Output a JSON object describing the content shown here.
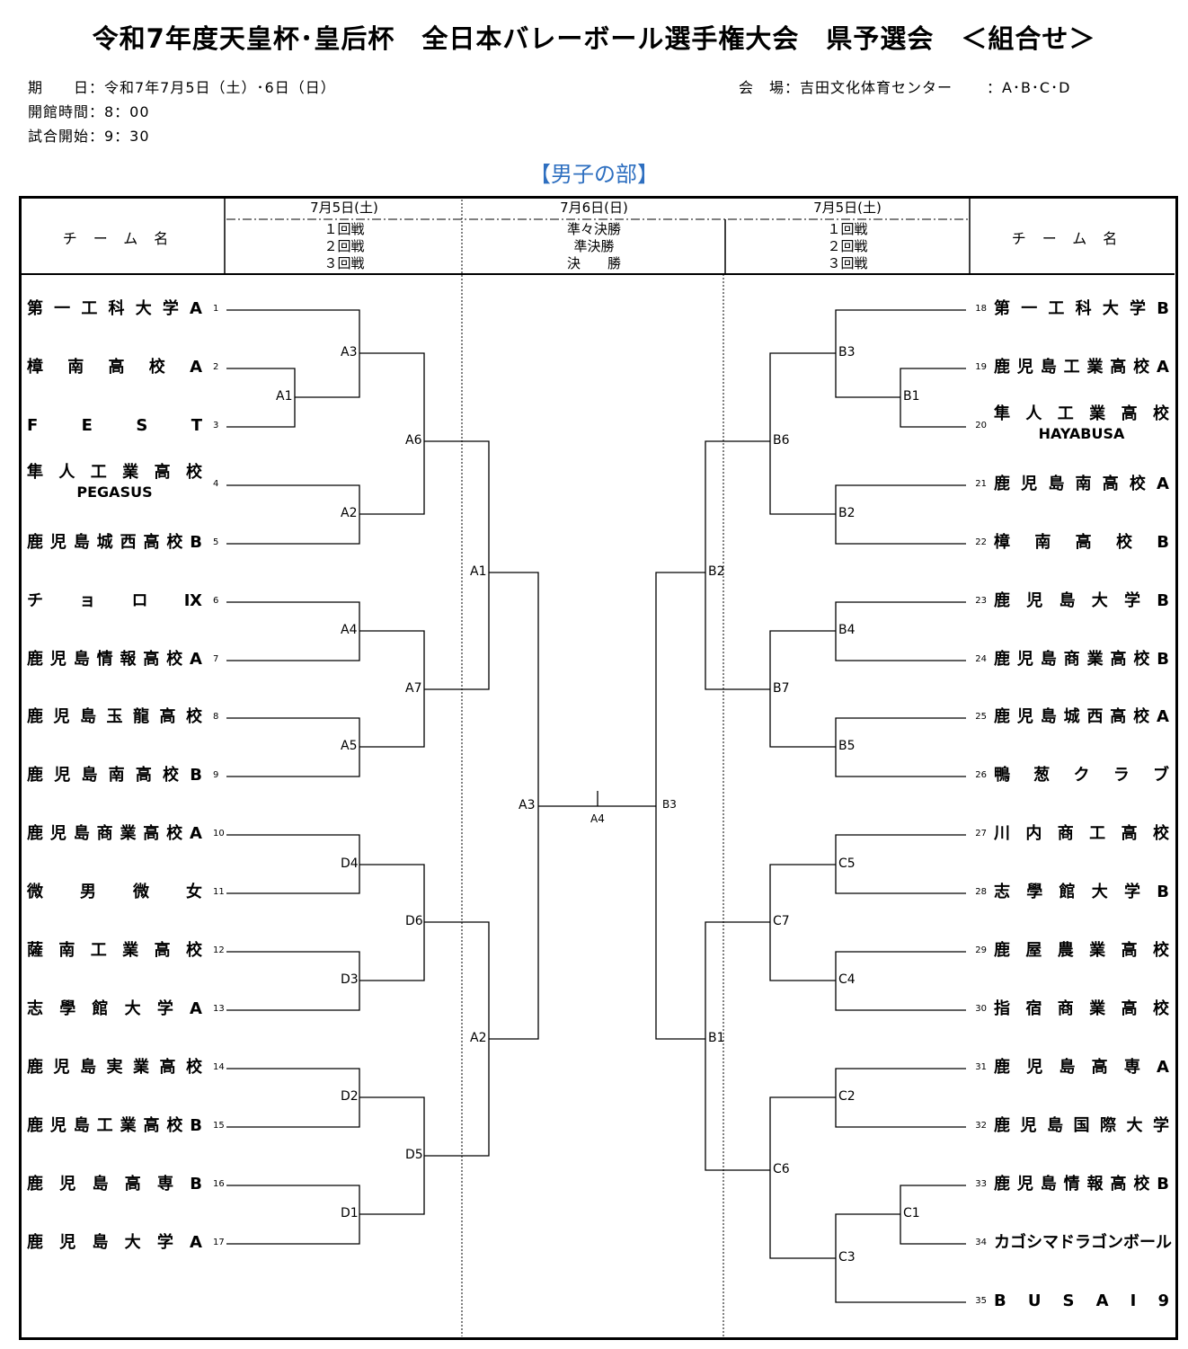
{
  "title": "令和7年度天皇杯･皇后杯　全日本バレーボール選手権大会　県予選会　＜組合せ＞",
  "info": {
    "date": "期　　日：令和7年7月5日（土）･6日（日）",
    "open": "開館時間：8：00",
    "start": "試合開始：9：30",
    "venue": "会　場：吉田文化体育センター",
    "courts": "：A･B･C･D"
  },
  "section": "【男子の部】",
  "header": {
    "team_name_left": "チーム名",
    "team_name_right": "チーム名",
    "left_date": "7月5日(土)",
    "left_rounds": [
      "１回戦",
      "２回戦",
      "３回戦"
    ],
    "center_date": "7月6日(日)",
    "center_rounds": [
      "準々決勝",
      "準決勝",
      "決　　勝"
    ],
    "right_date": "7月5日(土)",
    "right_rounds": [
      "１回戦",
      "２回戦",
      "３回戦"
    ]
  },
  "teams_left": [
    {
      "num": "1",
      "name": "第一工科大学A"
    },
    {
      "num": "2",
      "name": "樟南高校A"
    },
    {
      "num": "3",
      "name": "FEST"
    },
    {
      "num": "4",
      "name": "隼人工業高校",
      "sub": "PEGASUS"
    },
    {
      "num": "5",
      "name": "鹿児島城西高校B"
    },
    {
      "num": "6",
      "name": "チョロⅨ"
    },
    {
      "num": "7",
      "name": "鹿児島情報高校A"
    },
    {
      "num": "8",
      "name": "鹿児島玉龍高校"
    },
    {
      "num": "9",
      "name": "鹿児島南高校B"
    },
    {
      "num": "10",
      "name": "鹿児島商業高校A"
    },
    {
      "num": "11",
      "name": "微男微女"
    },
    {
      "num": "12",
      "name": "薩南工業高校"
    },
    {
      "num": "13",
      "name": "志學館大学A"
    },
    {
      "num": "14",
      "name": "鹿児島実業高校"
    },
    {
      "num": "15",
      "name": "鹿児島工業高校B"
    },
    {
      "num": "16",
      "name": "鹿児島高専B"
    },
    {
      "num": "17",
      "name": "鹿児島大学A"
    }
  ],
  "teams_right": [
    {
      "num": "18",
      "name": "第一工科大学B"
    },
    {
      "num": "19",
      "name": "鹿児島工業高校A"
    },
    {
      "num": "20",
      "name": "隼人工業高校",
      "sub": "HAYABUSA"
    },
    {
      "num": "21",
      "name": "鹿児島南高校A"
    },
    {
      "num": "22",
      "name": "樟南高校B"
    },
    {
      "num": "23",
      "name": "鹿児島大学B"
    },
    {
      "num": "24",
      "name": "鹿児島商業高校B"
    },
    {
      "num": "25",
      "name": "鹿児島城西高校A"
    },
    {
      "num": "26",
      "name": "鴨葱クラブ"
    },
    {
      "num": "27",
      "name": "川内商工高校"
    },
    {
      "num": "28",
      "name": "志學館大学B"
    },
    {
      "num": "29",
      "name": "鹿屋農業高校"
    },
    {
      "num": "30",
      "name": "指宿商業高校"
    },
    {
      "num": "31",
      "name": "鹿児島高専A"
    },
    {
      "num": "32",
      "name": "鹿児島国際大学"
    },
    {
      "num": "33",
      "name": "鹿児島情報高校B"
    },
    {
      "num": "34",
      "name": "カゴシマドラゴンボール"
    },
    {
      "num": "35",
      "name": "BUSAI9"
    }
  ],
  "match_labels": {
    "A1": "A1",
    "A2": "A2",
    "A3": "A3",
    "A4": "A4",
    "A5": "A5",
    "A6": "A6",
    "A7": "A7",
    "D1": "D1",
    "D2": "D2",
    "D3": "D3",
    "D4": "D4",
    "D5": "D5",
    "D6": "D6",
    "QF_A1": "A1",
    "QF_A2": "A2",
    "SF_A3": "A3",
    "F_A4": "A4",
    "SF_B3": "B3",
    "QF_B2": "B2",
    "QF_B1": "B1",
    "B1": "B1",
    "B2": "B2",
    "B3": "B3",
    "B4": "B4",
    "B5": "B5",
    "B6": "B6",
    "B7": "B7",
    "C1": "C1",
    "C2": "C2",
    "C3": "C3",
    "C4": "C4",
    "C5": "C5",
    "C6": "C6",
    "C7": "C7"
  }
}
